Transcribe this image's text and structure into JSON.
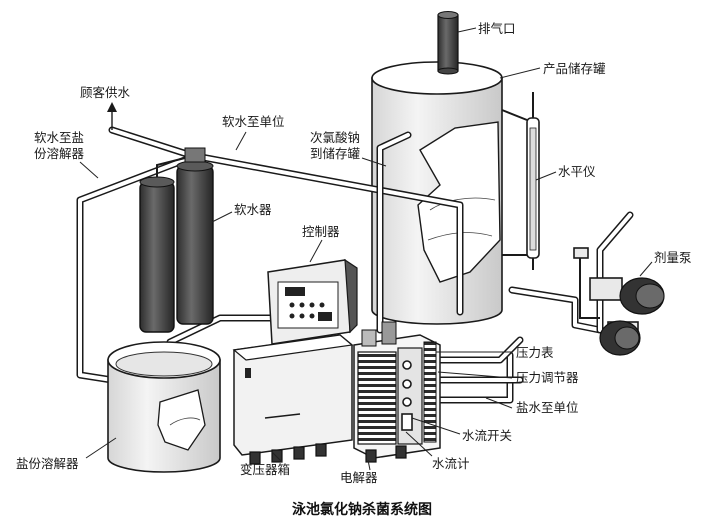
{
  "diagram": {
    "caption": "泳池氯化钠杀菌系统图",
    "labels": {
      "exhaust": "排气口",
      "product_tank": "产品储存罐",
      "customer_water": "顾客供水",
      "soft_to_unit": "软水至单位",
      "hypochlorite_line1": "次氯酸钠",
      "hypochlorite_line2": "到储存罐",
      "soft_to_salt_line1": "软水至盐",
      "soft_to_salt_line2": "份溶解器",
      "level_gauge": "水平仪",
      "softener": "软水器",
      "controller": "控制器",
      "dosing_pump": "剂量泵",
      "pressure_gauge": "压力表",
      "pressure_regulator": "压力调节器",
      "brine_to_unit": "盐水至单位",
      "flow_switch": "水流开关",
      "flow_meter": "水流计",
      "salt_dissolver": "盐份溶解器",
      "transformer_box": "变压器箱",
      "electrolyzer": "电解器"
    }
  }
}
